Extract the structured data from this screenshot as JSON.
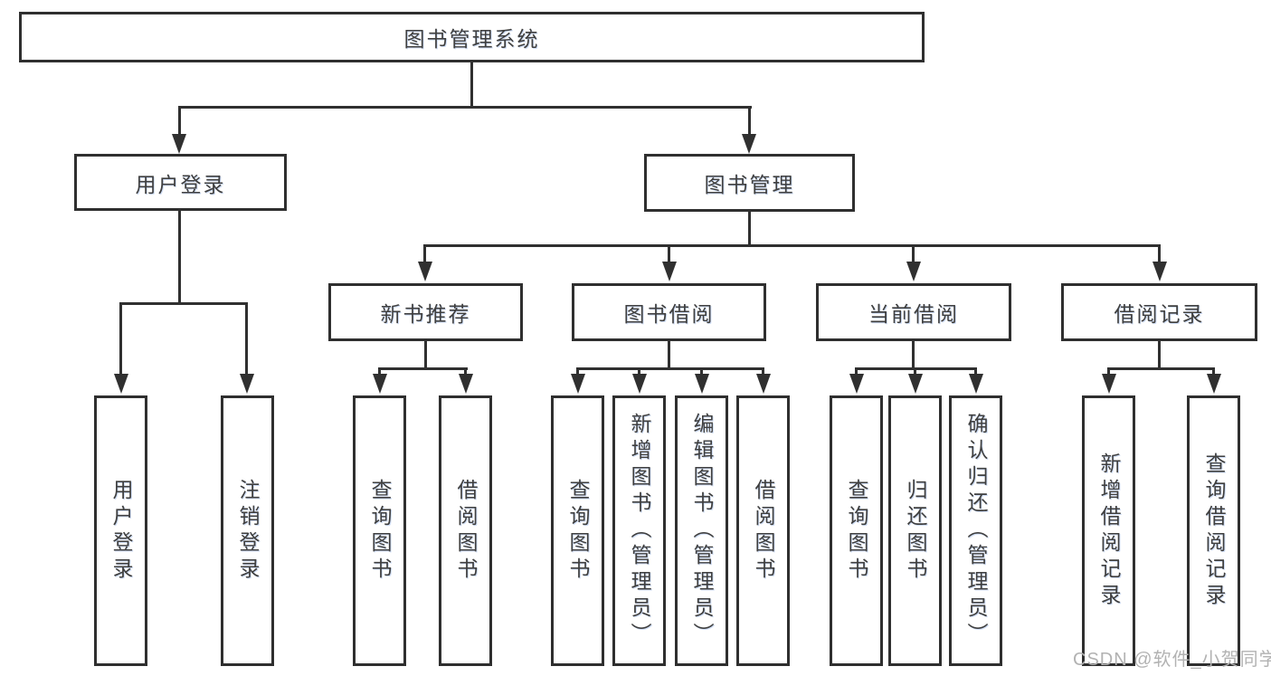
{
  "tree": {
    "label": "图书管理系统",
    "children": [
      {
        "label": "用户登录",
        "children": [
          {
            "label": "用户登录"
          },
          {
            "label": "注销登录"
          }
        ]
      },
      {
        "label": "图书管理",
        "children": [
          {
            "label": "新书推荐",
            "children": [
              {
                "label": "查询图书"
              },
              {
                "label": "借阅图书"
              }
            ]
          },
          {
            "label": "图书借阅",
            "children": [
              {
                "label": "查询图书"
              },
              {
                "label": "新增图书（管理员）"
              },
              {
                "label": "编辑图书（管理员）"
              },
              {
                "label": "借阅图书"
              }
            ]
          },
          {
            "label": "当前借阅",
            "children": [
              {
                "label": "查询图书"
              },
              {
                "label": "归还图书"
              },
              {
                "label": "确认归还（管理员）"
              }
            ]
          },
          {
            "label": "借阅记录",
            "children": [
              {
                "label": "新增借阅记录"
              },
              {
                "label": "查询借阅记录"
              }
            ]
          }
        ]
      }
    ]
  },
  "watermark": "CSDN @软件_小贺同学",
  "colors": {
    "line": "#303030",
    "border": "#2f2f2f",
    "text": "#3f3f3f",
    "watermark": "#b2b2b2",
    "background": "#ffffff"
  }
}
